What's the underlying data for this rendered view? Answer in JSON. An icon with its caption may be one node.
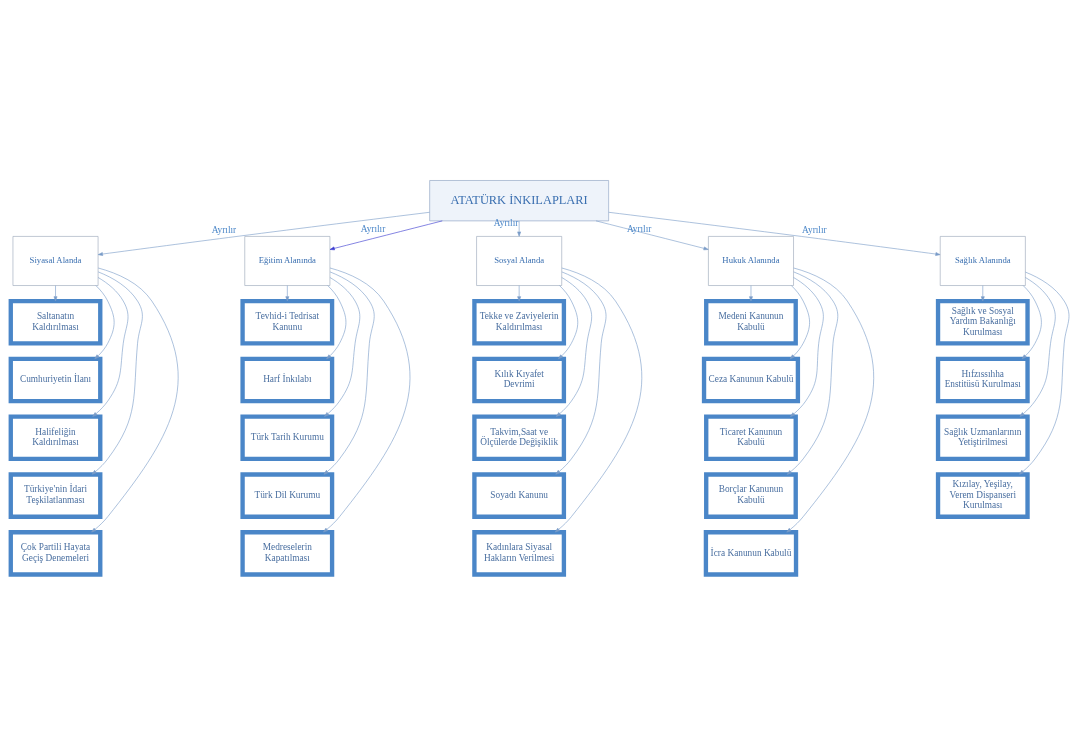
{
  "diagram": {
    "nodes": [
      {
        "text": [
          "ATATÜRK İNKILAPLARI"
        ]
      },
      {
        "text": [
          "Siyasal Alanda"
        ]
      },
      {
        "text": [
          "Eğitim Alanında"
        ]
      },
      {
        "text": [
          "Sosyal Alanda"
        ]
      },
      {
        "text": [
          "Hukuk Alanında"
        ]
      },
      {
        "text": [
          "Sağlık Alanında"
        ]
      },
      {
        "text": [
          "Saltanatın Kaldırılması"
        ]
      },
      {
        "text": [
          "Cumhuriyetin İlanı"
        ]
      },
      {
        "text": [
          "Halifeliğin Kaldırılması"
        ]
      },
      {
        "text": [
          "Türkiye'nin İdari Teşkilatlanması"
        ]
      },
      {
        "text": [
          "Çok Partili Hayata Geçiş Denemeleri"
        ]
      },
      {
        "text": [
          "Tevhid-i Tedrisat Kanunu"
        ]
      },
      {
        "text": [
          "Harf İnkılabı"
        ]
      },
      {
        "text": [
          "Türk Tarih Kurumu"
        ]
      },
      {
        "text": [
          "Türk Dil Kurumu"
        ]
      },
      {
        "text": [
          "Medreselerin Kapatılması"
        ]
      },
      {
        "text": [
          "Tekke ve Zaviyelerin Kaldırılması"
        ]
      },
      {
        "text": [
          "Kılık Kıyafet Devrimi"
        ]
      },
      {
        "text": [
          "Takvim,Saat ve Ölçülerde Değişiklik"
        ]
      },
      {
        "text": [
          "Soyadı Kanunu"
        ]
      },
      {
        "text": [
          "Kadınlara Siyasal Hakların Verilmesi"
        ]
      },
      {
        "text": [
          "Medeni Kanunun Kabulü"
        ]
      },
      {
        "text": [
          "Ceza Kanunun Kabulü"
        ]
      },
      {
        "text": [
          "Ticaret Kanunun Kabulü"
        ]
      },
      {
        "text": [
          "Borçlar Kanunun Kabulü"
        ]
      },
      {
        "text": [
          "İcra Kanunun Kabulü"
        ]
      },
      {
        "text": [
          "Sağlık ve Sosyal Yardım Bakanlığı Kurulması"
        ]
      },
      {
        "text": [
          "Hıfzıssıhha Enstitüsü Kurulması"
        ]
      },
      {
        "text": [
          "Sağlık Uzmanlarının Yetiştirilmesi"
        ]
      },
      {
        "text": [
          "Kızılay, Yeşilay, Verem Dispanseri Kurulması"
        ]
      }
    ],
    "edges": [
      {
        "from": 0,
        "to": 1,
        "arrow": "to",
        "label": "Ayrılır"
      },
      {
        "from": 0,
        "to": 2,
        "arrow": "to",
        "label": "Ayrılır",
        "color": "#3a3ad0"
      },
      {
        "from": 0,
        "to": 3,
        "arrow": "to",
        "label": "Ayrılır"
      },
      {
        "from": 0,
        "to": 4,
        "arrow": "to",
        "label": "Ayrılır"
      },
      {
        "from": 0,
        "to": 5,
        "arrow": "to",
        "label": "Ayrılır"
      },
      {
        "from": 1,
        "to": 6,
        "arrow": "to"
      },
      {
        "from": 1,
        "to": 7,
        "arrow": "to"
      },
      {
        "from": 1,
        "to": 8,
        "arrow": "to"
      },
      {
        "from": 1,
        "to": 9,
        "arrow": "to"
      },
      {
        "from": 1,
        "to": 10,
        "arrow": "to"
      },
      {
        "from": 2,
        "to": 11,
        "arrow": "to"
      },
      {
        "from": 2,
        "to": 12,
        "arrow": "to"
      },
      {
        "from": 2,
        "to": 13,
        "arrow": "to"
      },
      {
        "from": 2,
        "to": 14,
        "arrow": "to"
      },
      {
        "from": 2,
        "to": 15,
        "arrow": "to"
      },
      {
        "from": 3,
        "to": 16,
        "arrow": "to"
      },
      {
        "from": 3,
        "to": 17,
        "arrow": "to"
      },
      {
        "from": 3,
        "to": 18,
        "arrow": "to"
      },
      {
        "from": 3,
        "to": 19,
        "arrow": "to"
      },
      {
        "from": 3,
        "to": 20,
        "arrow": "to"
      },
      {
        "from": 4,
        "to": 21,
        "arrow": "to"
      },
      {
        "from": 4,
        "to": 22,
        "arrow": "to"
      },
      {
        "from": 4,
        "to": 23,
        "arrow": "to"
      },
      {
        "from": 4,
        "to": 24,
        "arrow": "to"
      },
      {
        "from": 4,
        "to": 25,
        "arrow": "to"
      },
      {
        "from": 5,
        "to": 26,
        "arrow": "to"
      },
      {
        "from": 5,
        "to": 27,
        "arrow": "to"
      },
      {
        "from": 5,
        "to": 28,
        "arrow": "to"
      },
      {
        "from": 5,
        "to": 29,
        "arrow": "to"
      }
    ]
  }
}
